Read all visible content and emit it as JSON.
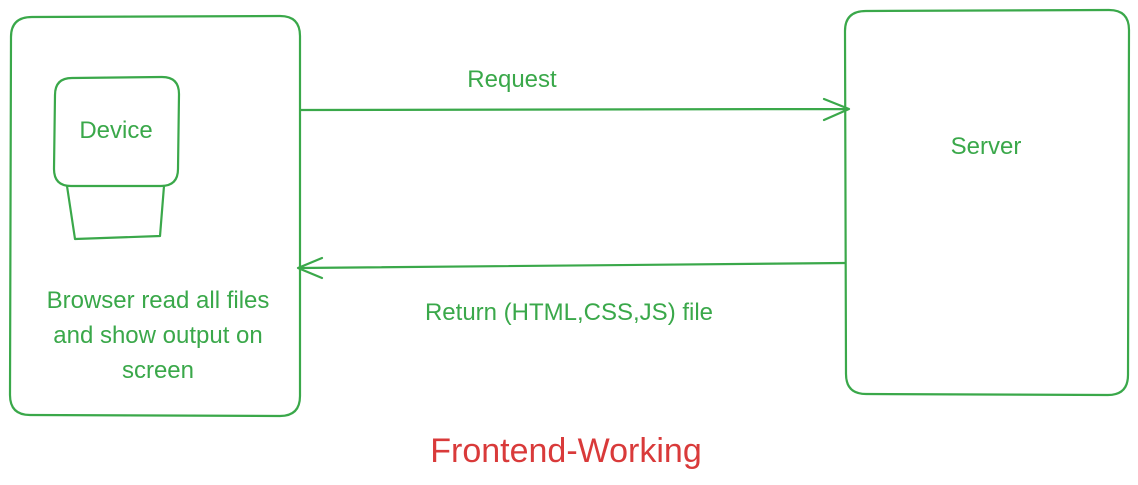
{
  "diagram": {
    "device_label": "Device",
    "browser_lines": [
      "Browser read all files",
      "and show output on",
      "screen"
    ],
    "server_label": "Server",
    "request_label": "Request",
    "return_label": "Return (HTML,CSS,JS) file",
    "caption": "Frontend-Working"
  },
  "colors": {
    "stroke": "#3aa84a",
    "caption": "#d93a3a"
  }
}
